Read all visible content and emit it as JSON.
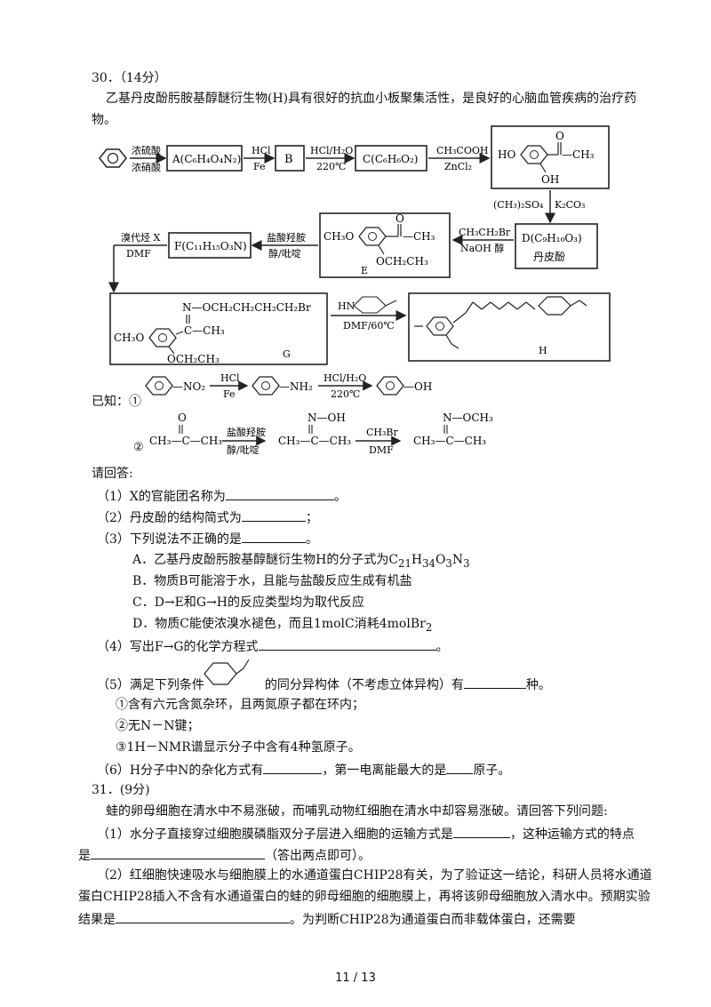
{
  "q30": {
    "header": "30．（14分）",
    "intro_line1": "乙基丹皮酚肟胺基醇醚衍生物(H)具有很好的抗血小板聚集活性，是良好的心脑血管疾病的治疗药",
    "intro_line2": "物。",
    "scheme": {
      "reagent1_top": "浓硫酸",
      "reagent1_bottom": "浓硝酸",
      "A": "A(C₆H₄O₄N₂)",
      "reagent2_top": "HCl",
      "reagent2_bottom": "Fe",
      "B": "B",
      "reagent3_top": "HCl/H₂O",
      "reagent3_bottom": "220℃",
      "C": "C(C₆H₆O₂)",
      "reagent4_top": "CH₃COOH",
      "reagent4_bottom": "ZnCl₂",
      "top_right_HO": "HO",
      "top_right_CH3": "—CH₃",
      "top_right_OH": "OH",
      "top_right_O": "O",
      "reagent5_left": "(CH₃)₂SO₄",
      "reagent5_right": "K₂CO₃",
      "D": "D(C₉H₁₀O₃)",
      "D_name": "丹皮酚",
      "reagent6_top": "CH₃CH₂Br",
      "reagent6_bottom": "NaOH 醇",
      "E_CH3O": "CH₃O",
      "E_CH3": "—CH₃",
      "E_OEt": "OCH₂CH₃",
      "E_O": "O",
      "E_label": "E",
      "reagent7_top": "盐酸羟胺",
      "reagent7_bottom": "醇/吡啶",
      "F": "F(C₁₁H₁₅O₃N)",
      "reagent8_top": "溴代烃 X",
      "reagent8_bottom": "DMF",
      "G_chain": "N—OCH₂CH₂CH₂CH₂Br",
      "G_C": "C—CH₃",
      "G_CH3O": "CH₃O",
      "G_OEt": "OCH₂CH₃",
      "G_label": "G",
      "reagent9_top": "HN",
      "reagent9_bottom": "DMF/60℃",
      "H_label": "H"
    },
    "known": {
      "label": "已知：①",
      "eq1_left": "—NO₂",
      "eq1_r1_top": "HCl",
      "eq1_r1_bottom": "Fe",
      "eq1_mid": "—NH₂",
      "eq1_r2_top": "HCl/H₂O",
      "eq1_r2_bottom": "220℃",
      "eq1_right": "—OH",
      "num2": "②",
      "eq2_left": "CH₃—C—CH₃",
      "eq2_left_O": "O",
      "eq2_r1_top": "盐酸羟胺",
      "eq2_r1_bottom": "醇/吡啶",
      "eq2_mid": "CH₃—C—CH₃",
      "eq2_mid_top": "N—OH",
      "eq2_r2_top": "CH₃Br",
      "eq2_r2_bottom": "DMF",
      "eq2_right": "CH₃—C—CH₃",
      "eq2_right_top": "N—OCH₃"
    },
    "prompt": "请回答:",
    "q1": "（1）X的官能团名称为",
    "q1_end": "。",
    "q2": "（2）丹皮酚的结构简式为",
    "q2_end": "；",
    "q3": "（3）下列说法不正确的是",
    "q3_end": "。",
    "optA_pre": "A．乙基丹皮酚肟胺基醇醚衍生物H的分子式为C",
    "optA_formula_1": "21",
    "optA_formula_2": "H",
    "optA_formula_3": "34",
    "optA_formula_4": "O",
    "optA_formula_5": "3",
    "optA_formula_6": "N",
    "optA_formula_7": "3",
    "optB": "B．物质B可能溶于水，且能与盐酸反应生成有机盐",
    "optC": "C．D→E和G→H的反应类型均为取代反应",
    "optD_pre": "D．物质C能使浓溴水褪色，而且1molC消耗4molBr",
    "optD_sub": "2",
    "q4": "（4）写出F→G的化学方程式",
    "q4_end": "。",
    "q5_pre": "（5）满足下列条件",
    "q5_mid": "的同分异构体（不考虑立体异构）有",
    "q5_end": "种。",
    "cond1": "①含有六元含氮杂环，且两氮原子都在环内；",
    "cond2": "②无N－N键；",
    "cond3": "③1H－NMR谱显示分子中含有4种氢原子。",
    "q6_pre": "（6）H分子中N的杂化方式有",
    "q6_mid": "，第一电离能最大的是",
    "q6_end": "原子。"
  },
  "q31": {
    "header": "31．(9分)",
    "intro": "蛙的卵母细胞在清水中不易涨破，而哺乳动物红细胞在清水中却容易涨破。请回答下列问题:",
    "q1_pre": "（1）水分子直接穿过细胞膜磷脂双分子层进入细胞的运输方式是",
    "q1_mid": "，这种运输方式的特点",
    "q1_line2_pre": "是",
    "q1_line2_end": "（答出两点即可）。",
    "q2_line1": "（2）红细胞快速吸水与细胞膜上的水通道蛋白CHIP28有关，为了验证这一结论，科研人员将水通道",
    "q2_line2": "蛋白CHIP28插入不含有水通道蛋白的蛙的卵母细胞的细胞膜上，再将该卵母细胞放入清水中。预期实验",
    "q2_line3_pre": "结果是",
    "q2_line3_end": "。为判断CHIP28为通道蛋白而非载体蛋白，还需要"
  },
  "footer": {
    "page": "11  /  13"
  }
}
